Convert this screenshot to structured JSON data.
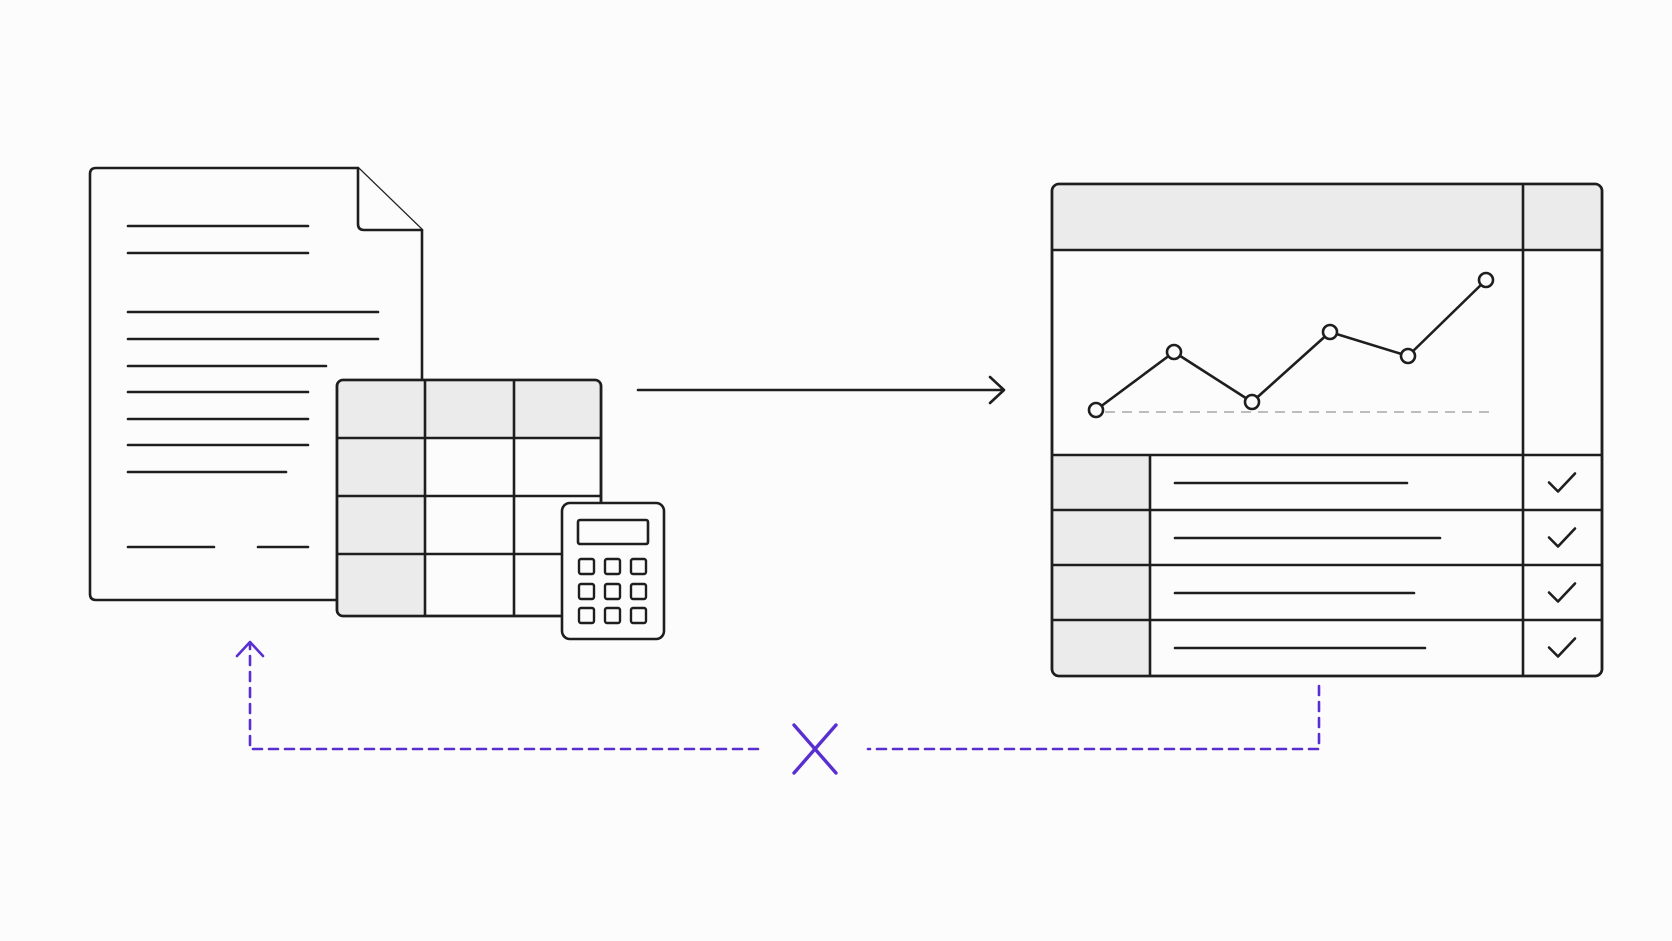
{
  "colors": {
    "background": "#fcfcfc",
    "stroke": "#1e1e1e",
    "fill_gray": "#ebebeb",
    "accent": "#5a2fd0",
    "baseline_dash": "#bdbdbd"
  },
  "icons": {
    "source_document": "document-icon",
    "source_spreadsheet": "spreadsheet-icon",
    "source_calculator": "calculator-icon",
    "forward_arrow": "arrow-right-icon",
    "dashboard": "dashboard-icon",
    "check": "checkmark-icon",
    "blocked": "cross-icon",
    "return_arrow": "arrow-up-icon"
  },
  "chart_data": {
    "type": "line",
    "x": [
      1,
      2,
      3,
      4,
      5,
      6
    ],
    "series": [
      {
        "values": [
          1.0,
          3.9,
          1.4,
          4.9,
          3.7,
          7.5
        ]
      }
    ],
    "ylim": [
      0,
      8
    ],
    "grid": false,
    "baseline": 1
  },
  "dashboard": {
    "rows": [
      {
        "checked": true
      },
      {
        "checked": true
      },
      {
        "checked": true
      },
      {
        "checked": true
      }
    ]
  }
}
